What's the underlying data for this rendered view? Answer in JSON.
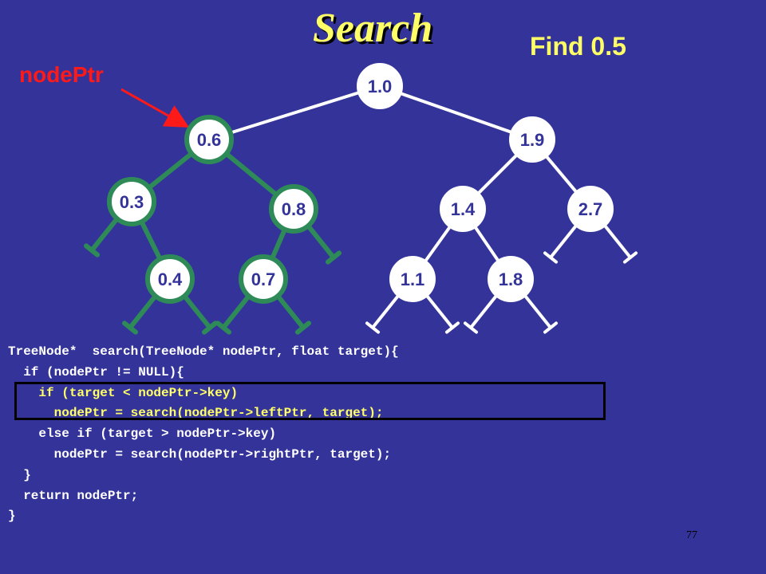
{
  "slide": {
    "title": "Search",
    "subtitle": "Find 0.5",
    "pointer_label": "nodePtr",
    "page_number": "77"
  },
  "colors": {
    "background": "#33339a",
    "title": "#ffff66",
    "highlight_path": "#2e8b57",
    "default_edge": "#ffffff",
    "pointer": "#ff1a1a",
    "node_fill": "#ffffff",
    "node_text": "#33339a"
  },
  "tree": {
    "nodes": [
      {
        "id": "n10",
        "label": "1.0",
        "highlighted": false
      },
      {
        "id": "n06",
        "label": "0.6",
        "highlighted": true
      },
      {
        "id": "n19",
        "label": "1.9",
        "highlighted": false
      },
      {
        "id": "n03",
        "label": "0.3",
        "highlighted": true
      },
      {
        "id": "n08",
        "label": "0.8",
        "highlighted": true
      },
      {
        "id": "n14",
        "label": "1.4",
        "highlighted": false
      },
      {
        "id": "n27",
        "label": "2.7",
        "highlighted": false
      },
      {
        "id": "n04",
        "label": "0.4",
        "highlighted": true
      },
      {
        "id": "n07",
        "label": "0.7",
        "highlighted": true
      },
      {
        "id": "n11",
        "label": "1.1",
        "highlighted": false
      },
      {
        "id": "n18",
        "label": "1.8",
        "highlighted": false
      }
    ],
    "edges": [
      {
        "from": "n10",
        "to": "n06",
        "highlighted": false
      },
      {
        "from": "n10",
        "to": "n19",
        "highlighted": false
      },
      {
        "from": "n06",
        "to": "n03",
        "highlighted": true
      },
      {
        "from": "n06",
        "to": "n08",
        "highlighted": true
      },
      {
        "from": "n19",
        "to": "n14",
        "highlighted": false
      },
      {
        "from": "n19",
        "to": "n27",
        "highlighted": false
      },
      {
        "from": "n03",
        "to": "n04",
        "highlighted": true
      },
      {
        "from": "n08",
        "to": "n07",
        "highlighted": true
      },
      {
        "from": "n14",
        "to": "n11",
        "highlighted": false
      },
      {
        "from": "n14",
        "to": "n18",
        "highlighted": false
      }
    ],
    "null_links": [
      {
        "node": "n03",
        "side": "left",
        "highlighted": true
      },
      {
        "node": "n08",
        "side": "right",
        "highlighted": true
      },
      {
        "node": "n04",
        "side": "left",
        "highlighted": true
      },
      {
        "node": "n04",
        "side": "right",
        "highlighted": true
      },
      {
        "node": "n07",
        "side": "left",
        "highlighted": true
      },
      {
        "node": "n07",
        "side": "right",
        "highlighted": true
      },
      {
        "node": "n27",
        "side": "left",
        "highlighted": false
      },
      {
        "node": "n27",
        "side": "right",
        "highlighted": false
      },
      {
        "node": "n11",
        "side": "left",
        "highlighted": false
      },
      {
        "node": "n11",
        "side": "right",
        "highlighted": false
      },
      {
        "node": "n18",
        "side": "left",
        "highlighted": false
      },
      {
        "node": "n18",
        "side": "right",
        "highlighted": false
      }
    ],
    "pointer_target": "n06"
  },
  "code": {
    "lines": [
      {
        "text": "TreeNode*  search(TreeNode* nodePtr, float target){",
        "highlighted": false
      },
      {
        "text": "  if (nodePtr != NULL){",
        "highlighted": false
      },
      {
        "text": "    if (target < nodePtr->key)",
        "highlighted": true
      },
      {
        "text": "      nodePtr = search(nodePtr->leftPtr, target);",
        "highlighted": true
      },
      {
        "text": "    else if (target > nodePtr->key)",
        "highlighted": false
      },
      {
        "text": "      nodePtr = search(nodePtr->rightPtr, target);",
        "highlighted": false
      },
      {
        "text": "  }",
        "highlighted": false
      },
      {
        "text": "  return nodePtr;",
        "highlighted": false
      },
      {
        "text": "}",
        "highlighted": false
      }
    ]
  }
}
